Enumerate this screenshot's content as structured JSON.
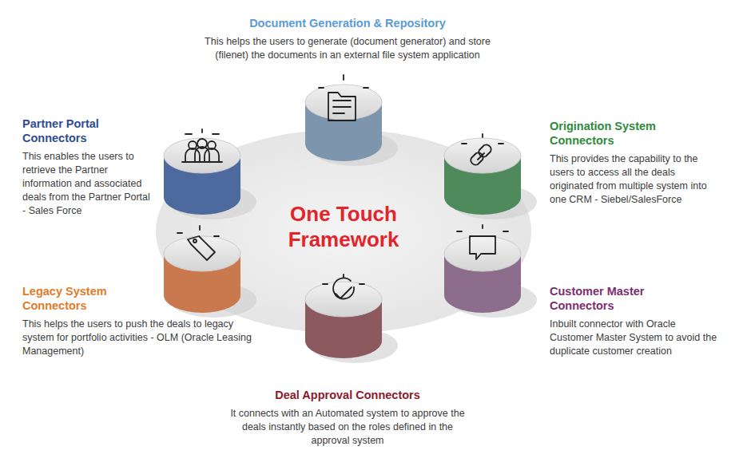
{
  "diagram": {
    "title": "One Touch Framework",
    "nodes": [
      {
        "text": [
          "Document Generation & Repository",
          "This helps the users to generate (document generator) and store (filenet) the documents in an external file system application"
        ]
      },
      {
        "text": [
          "Partner Portal Connectors",
          "This enables the users to retrieve the Partner information and associated deals from the Partner Portal - Sales Force"
        ]
      },
      {
        "text": [
          "Origination System Connectors",
          "This provides the capability to the users to access all the deals originated from multiple system into one CRM - Siebel/SalesForce"
        ]
      },
      {
        "text": [
          "Legacy System Connectors",
          "This helps the users to push the deals to legacy system for portfolio activities - OLM (Oracle Leasing Management)"
        ]
      },
      {
        "text": [
          "Customer Master Connectors",
          "Inbuilt connector with Oracle Customer Master System to avoid the duplicate customer creation"
        ]
      },
      {
        "text": [
          "Deal Approval Connectors",
          "It connects with an Automated system to approve the deals instantly based on the roles defined in the approval system"
        ]
      }
    ]
  }
}
